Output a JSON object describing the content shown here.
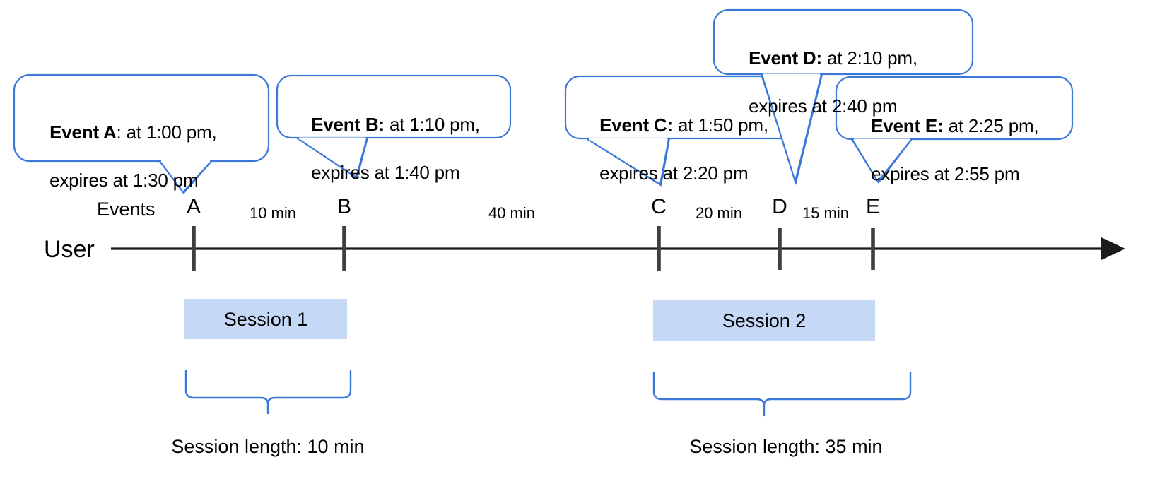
{
  "diagram": {
    "title": "User session timeline with event expiry callouts",
    "axis_label": "User",
    "events_row_label": "Events",
    "colors": {
      "callout_stroke": "#3c78d8",
      "brace_stroke": "#3c78d8",
      "session_fill": "#c5d9f7",
      "axis": "#1a1a1a",
      "tick": "#3f3f3f",
      "text": "#000000",
      "background": "#ffffff"
    }
  },
  "callouts": [
    {
      "id": "callout-a",
      "bold": "Event A",
      "line1_rest": ": at 1:00 pm,",
      "line2": "expires at 1:30 pm",
      "event_time": "1:00 pm",
      "expires_at": "1:30 pm"
    },
    {
      "id": "callout-b",
      "bold": "Event B:",
      "line1_rest": " at 1:10 pm,",
      "line2": "expires at 1:40 pm",
      "event_time": "1:10 pm",
      "expires_at": "1:40 pm"
    },
    {
      "id": "callout-c",
      "bold": "Event C:",
      "line1_rest": " at 1:50 pm,",
      "line2": "expires at 2:20 pm",
      "event_time": "1:50 pm",
      "expires_at": "2:20 pm"
    },
    {
      "id": "callout-d",
      "bold": "Event D:",
      "line1_rest": " at 2:10 pm,",
      "line2": "expires at 2:40 pm",
      "event_time": "2:10 pm",
      "expires_at": "2:40 pm"
    },
    {
      "id": "callout-e",
      "bold": "Event E:",
      "line1_rest": " at 2:25 pm,",
      "line2": "expires at 2:55 pm",
      "event_time": "2:25 pm",
      "expires_at": "2:55 pm"
    }
  ],
  "markers": [
    {
      "id": "marker-a",
      "label": "A"
    },
    {
      "id": "marker-b",
      "label": "B"
    },
    {
      "id": "marker-c",
      "label": "C"
    },
    {
      "id": "marker-d",
      "label": "D"
    },
    {
      "id": "marker-e",
      "label": "E"
    }
  ],
  "gaps": [
    {
      "id": "gap-ab",
      "label": "10 min"
    },
    {
      "id": "gap-bc",
      "label": "40 min"
    },
    {
      "id": "gap-cd",
      "label": "20 min"
    },
    {
      "id": "gap-de",
      "label": "15 min"
    }
  ],
  "sessions": [
    {
      "id": "session-1",
      "label": "Session 1",
      "length_label": "Session length: 10 min",
      "length_minutes": 10
    },
    {
      "id": "session-2",
      "label": "Session 2",
      "length_label": "Session length: 35 min",
      "length_minutes": 35
    }
  ],
  "chart_data": {
    "type": "timeline",
    "title": "User session timeline",
    "xlabel": "",
    "ylabel": "",
    "axis_label": "User",
    "series_label": "Events",
    "events": [
      {
        "name": "A",
        "time": "1:00 pm",
        "expires": "1:30 pm",
        "session": "Session 1"
      },
      {
        "name": "B",
        "time": "1:10 pm",
        "expires": "1:40 pm",
        "session": "Session 1"
      },
      {
        "name": "C",
        "time": "1:50 pm",
        "expires": "2:20 pm",
        "session": "Session 2"
      },
      {
        "name": "D",
        "time": "2:10 pm",
        "expires": "2:40 pm",
        "session": "Session 2"
      },
      {
        "name": "E",
        "time": "2:25 pm",
        "expires": "2:55 pm",
        "session": "Session 2"
      }
    ],
    "intervals": [
      {
        "from": "A",
        "to": "B",
        "label": "10 min",
        "minutes": 10
      },
      {
        "from": "B",
        "to": "C",
        "label": "40 min",
        "minutes": 40
      },
      {
        "from": "C",
        "to": "D",
        "label": "20 min",
        "minutes": 20
      },
      {
        "from": "D",
        "to": "E",
        "label": "15 min",
        "minutes": 15
      }
    ],
    "sessions": [
      {
        "name": "Session 1",
        "events": [
          "A",
          "B"
        ],
        "length_minutes": 10,
        "length_label": "Session length: 10 min"
      },
      {
        "name": "Session 2",
        "events": [
          "C",
          "D",
          "E"
        ],
        "length_minutes": 35,
        "length_label": "Session length: 35 min"
      }
    ]
  }
}
